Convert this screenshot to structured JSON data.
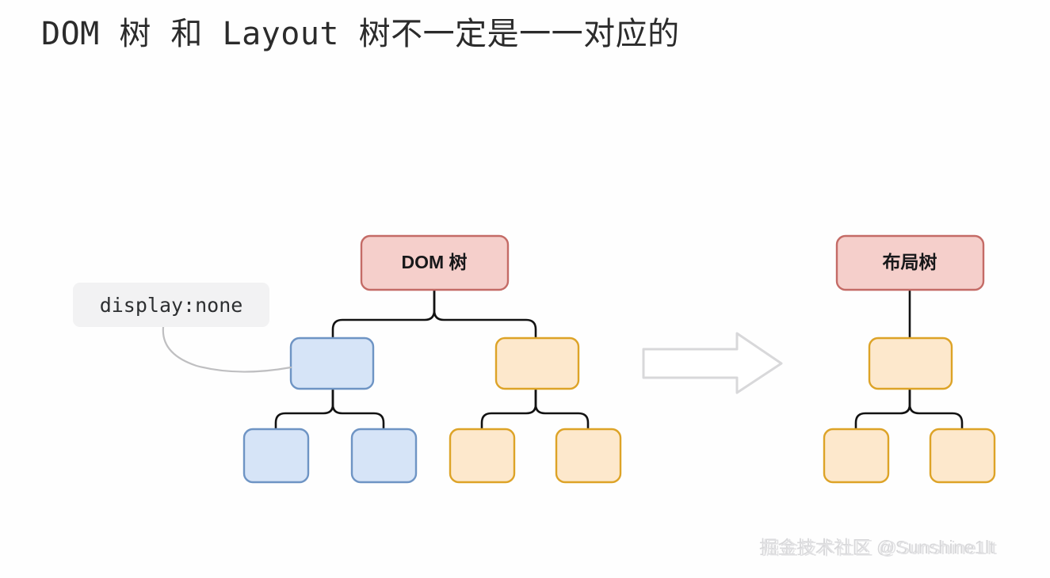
{
  "slide": {
    "background_color": "#fefefe",
    "title": "DOM 树 和 Layout 树不一定是一一对应的"
  },
  "callout": {
    "text": "display:none",
    "background_color": "#f2f2f3",
    "text_color": "#2d2f31",
    "points_to": "dom-tree-blue-subtree-root"
  },
  "arrow": {
    "direction": "right",
    "color": "#d8d8da",
    "meaning": "transforms-into"
  },
  "watermark": {
    "text": "掘金技术社区 @Sunshine1lt",
    "color": "#d7d7d9"
  },
  "palette": {
    "root_fill": "#f5cfcb",
    "root_stroke": "#c46b66",
    "blue_fill": "#d6e4f7",
    "blue_stroke": "#6e94c4",
    "orange_fill": "#fde8cc",
    "orange_stroke": "#dda327",
    "connector": "#121212",
    "leader_line": "#bfbfc1"
  },
  "dom_tree": {
    "name": "DOM 树",
    "root": {
      "id": "dom-root",
      "label": "DOM 树",
      "color": "root"
    },
    "children": [
      {
        "id": "dom-blue-branch",
        "label": "",
        "color": "blue",
        "note": "display:none",
        "children": [
          {
            "id": "dom-blue-leaf-1",
            "label": "",
            "color": "blue"
          },
          {
            "id": "dom-blue-leaf-2",
            "label": "",
            "color": "blue"
          }
        ]
      },
      {
        "id": "dom-orange-branch",
        "label": "",
        "color": "orange",
        "children": [
          {
            "id": "dom-orange-leaf-1",
            "label": "",
            "color": "orange"
          },
          {
            "id": "dom-orange-leaf-2",
            "label": "",
            "color": "orange"
          }
        ]
      }
    ]
  },
  "layout_tree": {
    "name": "布局树",
    "root": {
      "id": "layout-root",
      "label": "布局树",
      "color": "root"
    },
    "children": [
      {
        "id": "layout-orange-branch",
        "label": "",
        "color": "orange",
        "children": [
          {
            "id": "layout-orange-leaf-1",
            "label": "",
            "color": "orange"
          },
          {
            "id": "layout-orange-leaf-2",
            "label": "",
            "color": "orange"
          }
        ]
      }
    ]
  }
}
